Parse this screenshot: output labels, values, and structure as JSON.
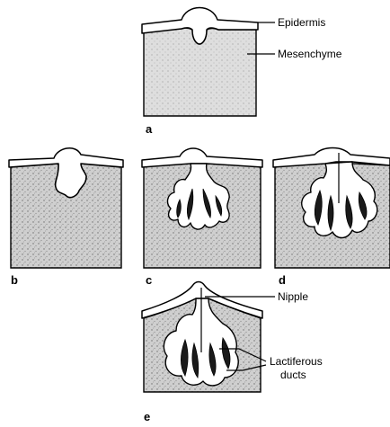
{
  "figure": {
    "panels": [
      {
        "letter": "a"
      },
      {
        "letter": "b"
      },
      {
        "letter": "c"
      },
      {
        "letter": "d"
      },
      {
        "letter": "e"
      }
    ],
    "labels": {
      "epidermis": "Epidermis",
      "mesenchyme": "Mesenchyme",
      "nipple": "Nipple",
      "lactiferous_line1": "Lactiferous",
      "lactiferous_line2": "ducts"
    }
  }
}
